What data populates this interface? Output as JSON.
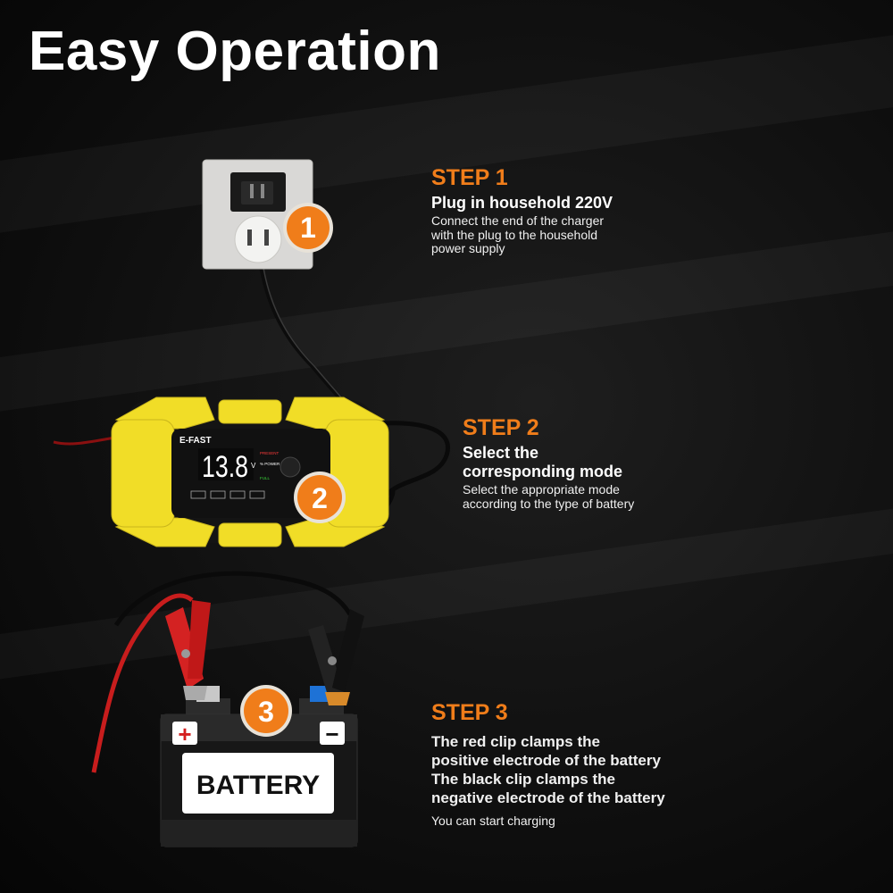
{
  "title": "Easy Operation",
  "accent_color": "#f07d1a",
  "steps": [
    {
      "label": "STEP 1",
      "heading": "Plug in household 220V",
      "description": [
        "Connect the end of the charger",
        "with the plug to the household",
        "power supply"
      ],
      "badge": "1",
      "icon": "wall-outlet-icon"
    },
    {
      "label": "STEP 2",
      "heading": [
        "Select the",
        "corresponding mode"
      ],
      "description": [
        "Select the appropriate mode",
        "according to the type of battery"
      ],
      "badge": "2",
      "icon": "charger-icon"
    },
    {
      "label": "STEP 3",
      "description": [
        "The red clip clamps the",
        "positive electrode of the battery",
        "The black clip clamps the",
        "negative electrode of the battery"
      ],
      "note": "You can start charging",
      "badge": "3",
      "icon": "battery-icon"
    }
  ],
  "charger": {
    "brand": "E-FAST",
    "display_value": "13.8",
    "display_unit": "V",
    "status_labels": [
      "PRESENT",
      "% POWER",
      "FULL"
    ]
  },
  "battery": {
    "label": "BATTERY",
    "plus": "+",
    "minus": "−"
  }
}
